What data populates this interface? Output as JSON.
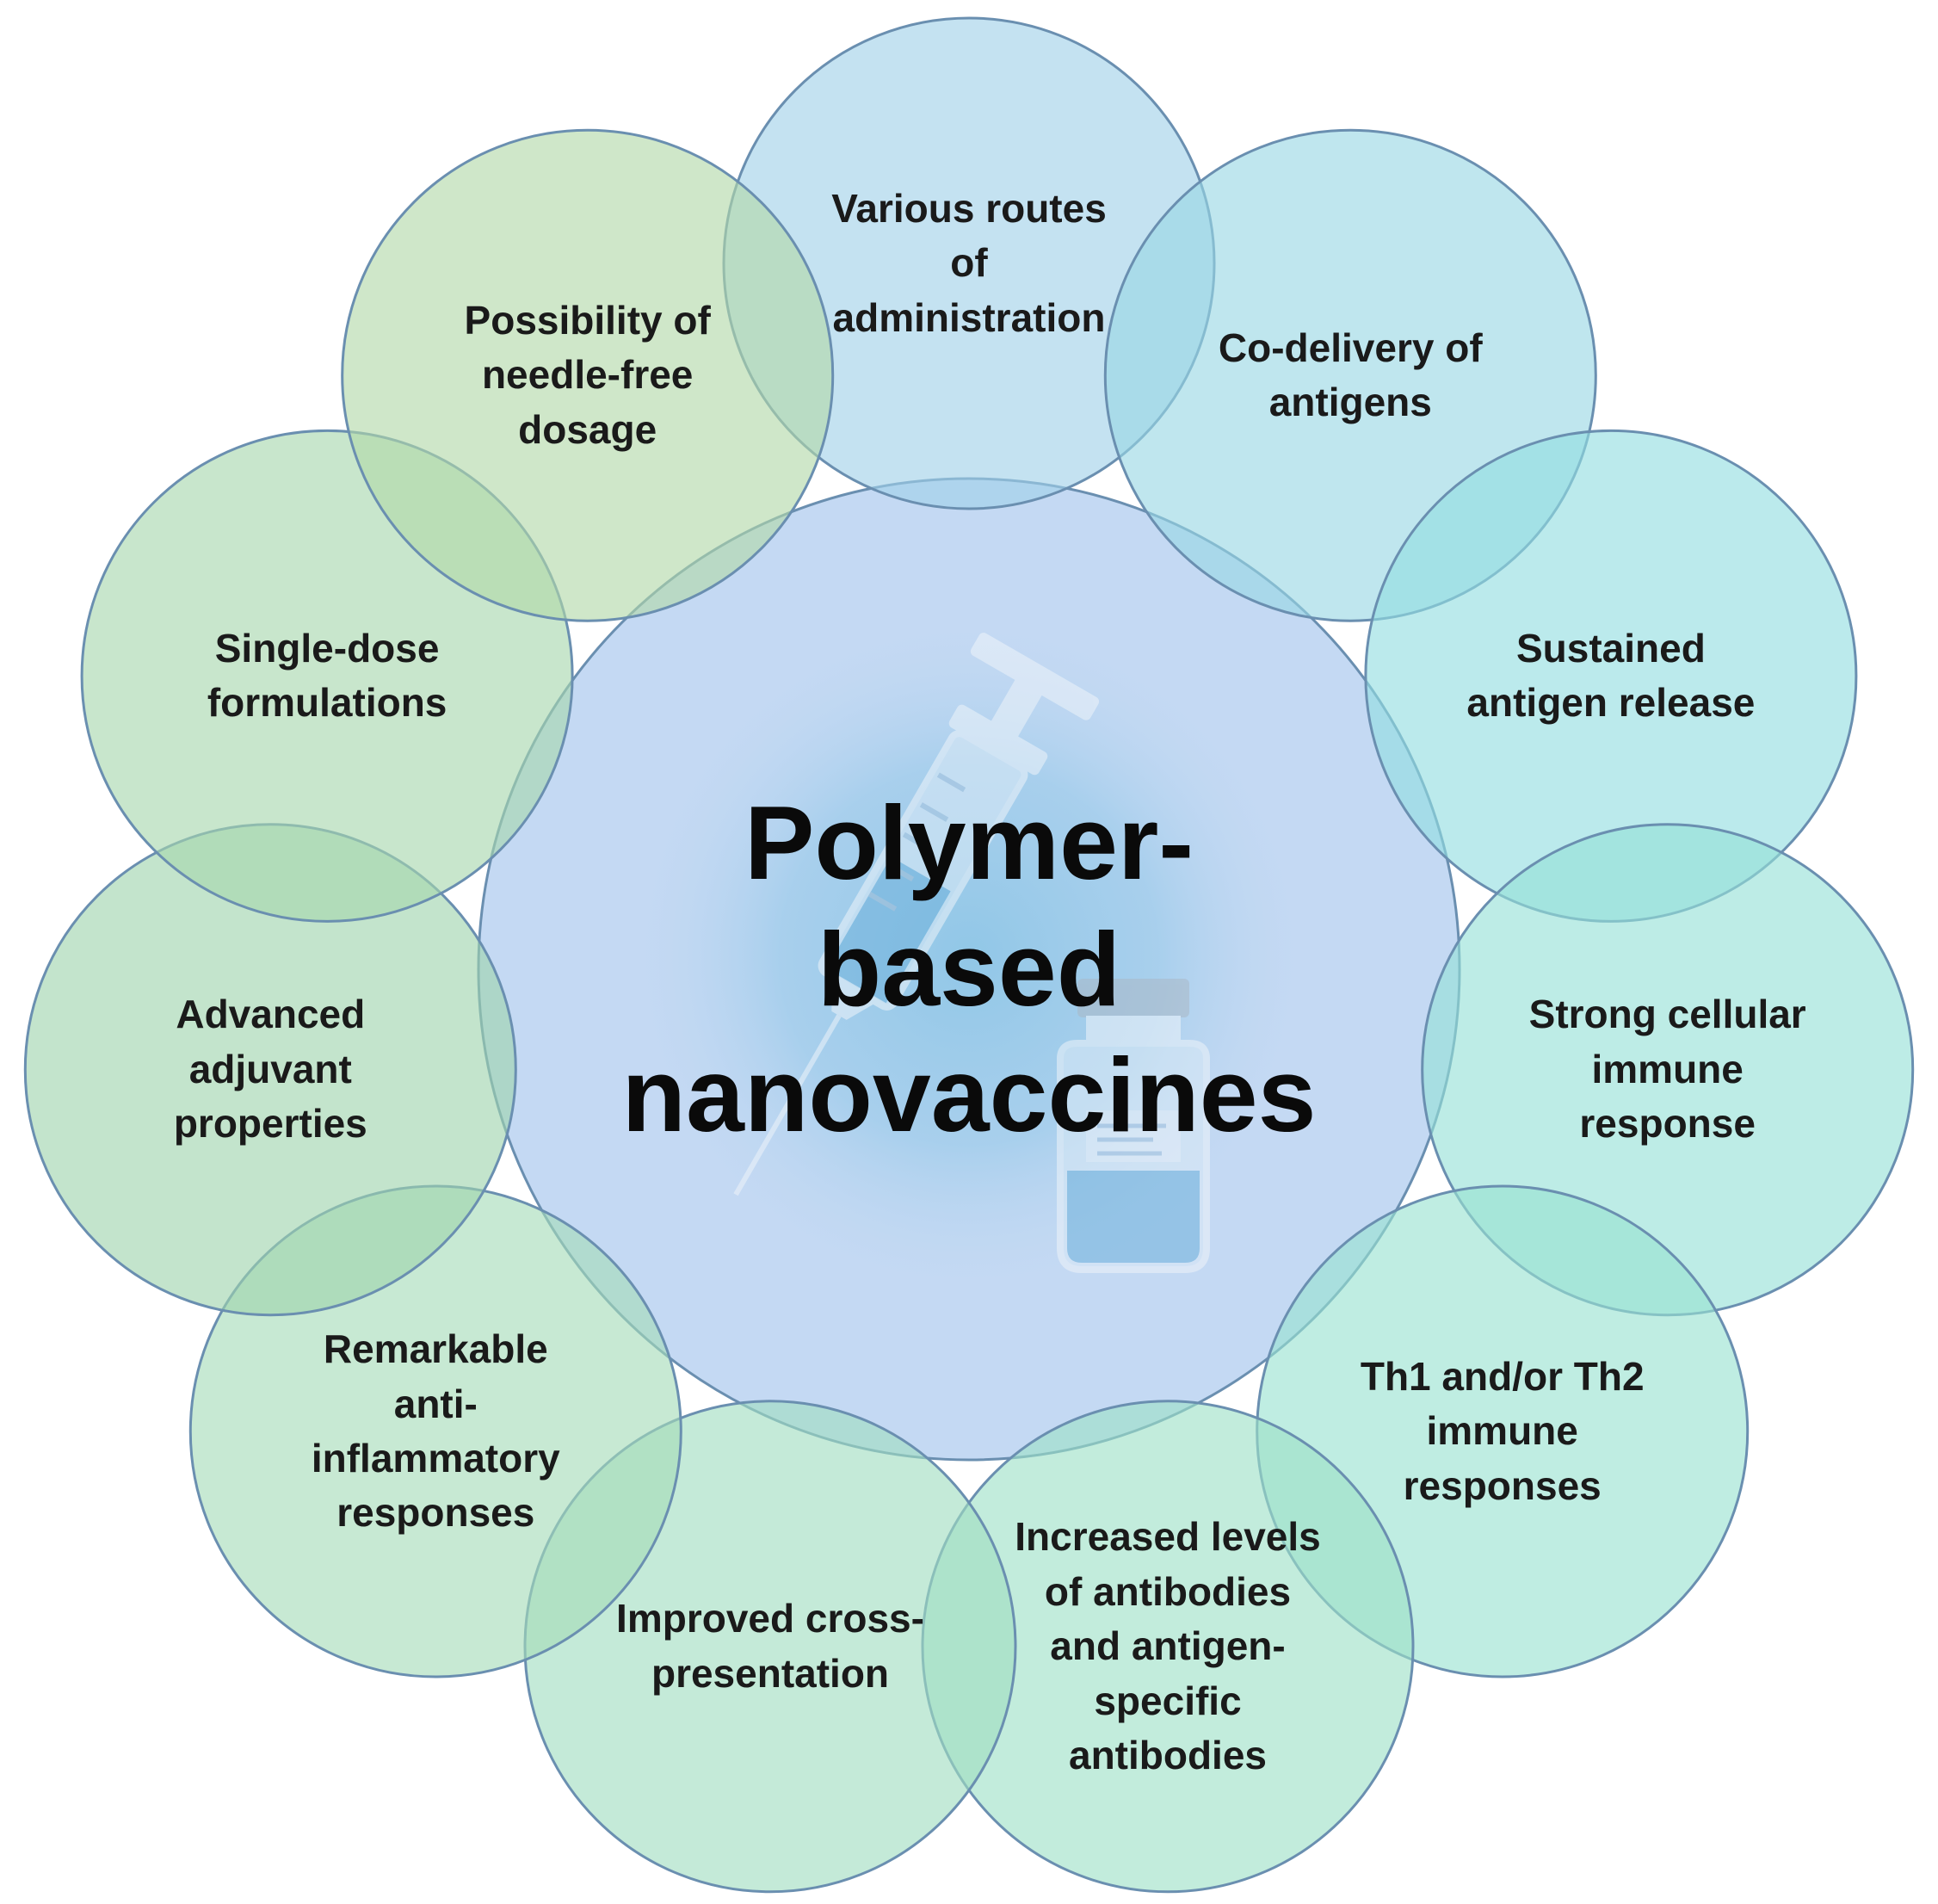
{
  "center_label": "Polymer-\nbased\nnanovaccines",
  "benefits": [
    {
      "id": "routes",
      "label": "Various routes\nof\nadministration",
      "color": "#9fd0e8"
    },
    {
      "id": "codelivery",
      "label": "Co-delivery of\nantigens",
      "color": "#98d6e4"
    },
    {
      "id": "sustained",
      "label": "Sustained\nantigen release",
      "color": "#92dde0"
    },
    {
      "id": "cellular",
      "label": "Strong cellular\nimmune\nresponse",
      "color": "#94e0d6"
    },
    {
      "id": "th",
      "label": "Th1 and/or Th2\nimmune\nresponses",
      "color": "#98e2d0"
    },
    {
      "id": "antibodies",
      "label": "Increased levels\nof antibodies\nand antigen-\nspecific\nantibodies",
      "color": "#9ce0c6"
    },
    {
      "id": "crosspres",
      "label": "Improved cross-\npresentation",
      "color": "#a0ddc0"
    },
    {
      "id": "antiinflam",
      "label": "Remarkable\nanti-\ninflammatory\nresponses",
      "color": "#a4dbb8"
    },
    {
      "id": "adjuvant",
      "label": "Advanced\nadjuvant\nproperties",
      "color": "#9ed4ac"
    },
    {
      "id": "singledose",
      "label": "Single-dose\nformulations",
      "color": "#a6d6ac"
    },
    {
      "id": "needlefree",
      "label": "Possibility of\nneedle-free\ndosage",
      "color": "#b2d8a8"
    }
  ],
  "colors": {
    "center_fill": "#c4d9f3",
    "center_glow": "#8ec6e6",
    "circle_stroke": "#6a8fb0",
    "icon_fill": "#eef4fa"
  },
  "icons": [
    "syringe-icon",
    "vaccine-vial-icon"
  ]
}
